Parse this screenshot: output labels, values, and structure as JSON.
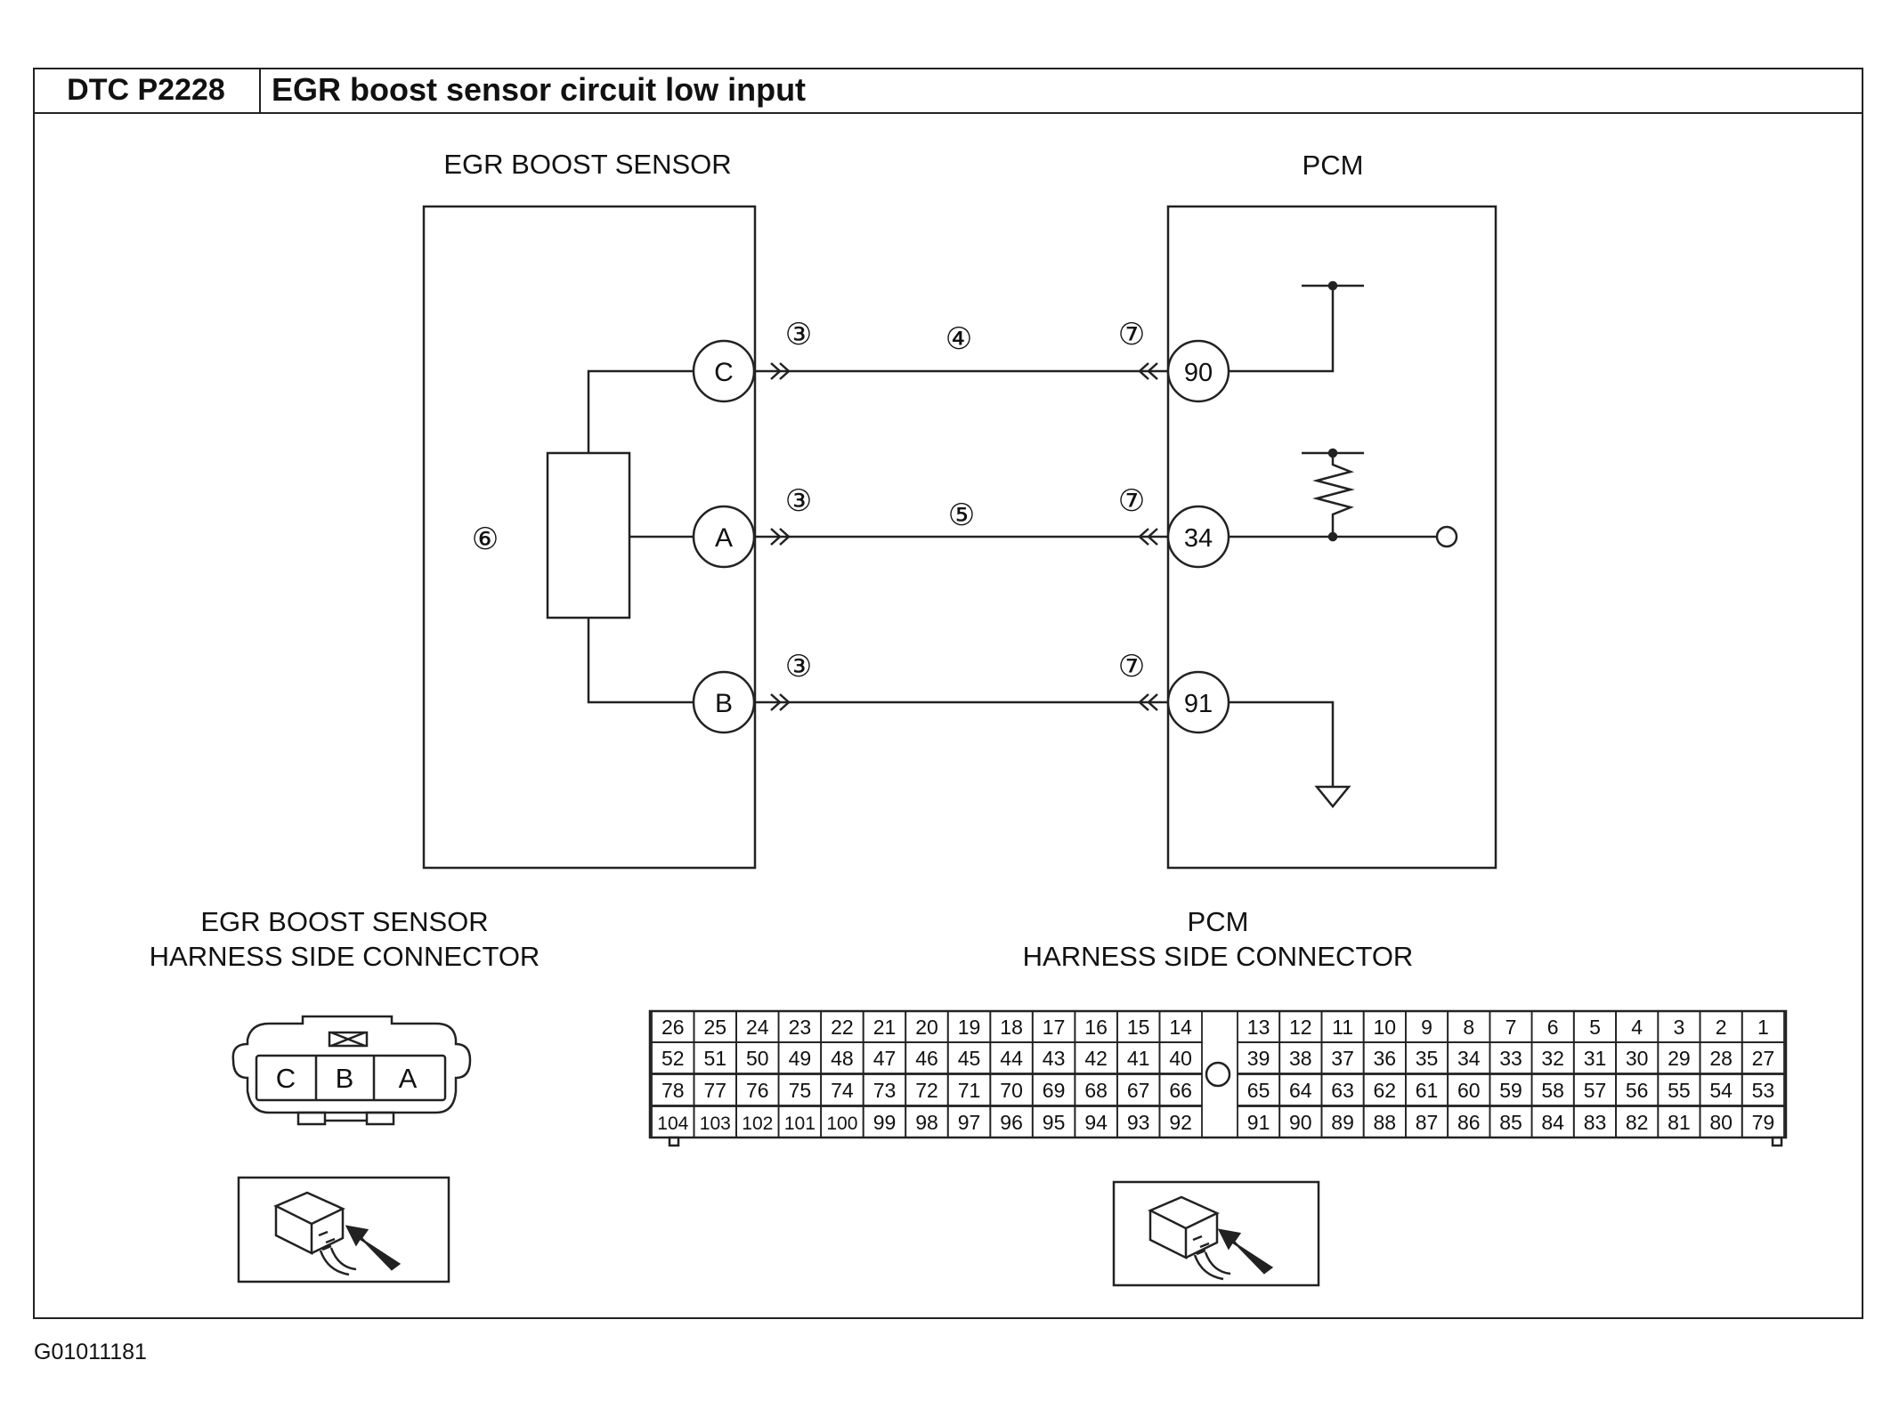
{
  "header": {
    "dtc": "DTC P2228",
    "title": "EGR boost sensor circuit low input"
  },
  "sensor": {
    "title": "EGR BOOST SENSOR",
    "ref_marker": "⑥",
    "terminals": [
      "C",
      "A",
      "B"
    ]
  },
  "pcm": {
    "title": "PCM",
    "terminals": [
      "90",
      "34",
      "91"
    ]
  },
  "wiring": {
    "sensor_side_markers": [
      "③",
      "③",
      "③"
    ],
    "pcm_side_markers": [
      "⑦",
      "⑦",
      "⑦"
    ],
    "mid_markers": [
      "④",
      "⑤"
    ]
  },
  "sensor_connector": {
    "title_line1": "EGR BOOST SENSOR",
    "title_line2": "HARNESS SIDE CONNECTOR",
    "pins": [
      "C",
      "B",
      "A"
    ]
  },
  "pcm_connector": {
    "title_line1": "PCM",
    "title_line2": "HARNESS SIDE CONNECTOR",
    "row1_left": [
      "26",
      "25",
      "24",
      "23",
      "22",
      "21",
      "20",
      "19",
      "18",
      "17",
      "16",
      "15",
      "14"
    ],
    "row1_right": [
      "13",
      "12",
      "11",
      "10",
      "9",
      "8",
      "7",
      "6",
      "5",
      "4",
      "3",
      "2",
      "1"
    ],
    "row2_left": [
      "52",
      "51",
      "50",
      "49",
      "48",
      "47",
      "46",
      "45",
      "44",
      "43",
      "42",
      "41",
      "40"
    ],
    "row2_right": [
      "39",
      "38",
      "37",
      "36",
      "35",
      "34",
      "33",
      "32",
      "31",
      "30",
      "29",
      "28",
      "27"
    ],
    "row3_left": [
      "78",
      "77",
      "76",
      "75",
      "74",
      "73",
      "72",
      "71",
      "70",
      "69",
      "68",
      "67",
      "66"
    ],
    "row3_right": [
      "65",
      "64",
      "63",
      "62",
      "61",
      "60",
      "59",
      "58",
      "57",
      "56",
      "55",
      "54",
      "53"
    ],
    "row4_left": [
      "104",
      "103",
      "102",
      "101",
      "100",
      "99",
      "98",
      "97",
      "96",
      "95",
      "94",
      "93",
      "92"
    ],
    "row4_right": [
      "91",
      "90",
      "89",
      "88",
      "87",
      "86",
      "85",
      "84",
      "83",
      "82",
      "81",
      "80",
      "79"
    ]
  },
  "figure_code": "G01011181"
}
